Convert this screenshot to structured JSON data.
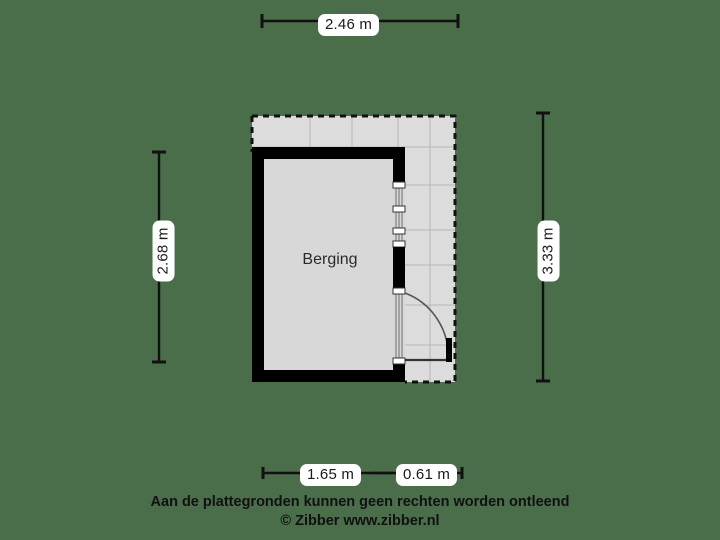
{
  "theme": {
    "background": "#4a6d4a",
    "floor_fill": "#d8d8d8",
    "terrace_fill": "#dcdcdc",
    "wall_color": "#000000",
    "grid_line": "#b3b3b3",
    "label_bg": "#ffffff",
    "text_color": "#1a1a1a"
  },
  "plan": {
    "room_label": "Berging"
  },
  "dimensions": {
    "top": "2.46 m",
    "left": "2.68 m",
    "right": "3.33 m",
    "bottom_left": "1.65 m",
    "bottom_right": "0.61 m"
  },
  "footer": {
    "line1": "Aan de plattegronden kunnen geen rechten worden ontleend",
    "line2": "© Zibber www.zibber.nl"
  },
  "icons": {
    "door_swing": "door-swing-arc-icon",
    "window": "window-glazing-icon",
    "dimension_arrow": "dimension-arrow-icon"
  }
}
